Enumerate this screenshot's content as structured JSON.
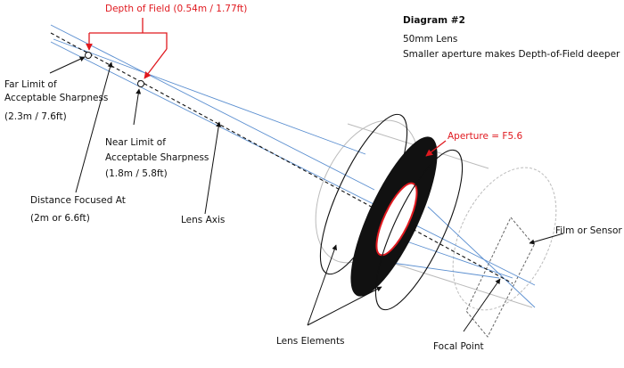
{
  "colors": {
    "red": "#e0191f",
    "blue": "#5b8fd0",
    "outline": "#bbbbbb",
    "black": "#111111"
  },
  "header": {
    "title": "Diagram #2",
    "line1": "50mm Lens",
    "line2": "Smaller aperture makes Depth-of-Field deeper"
  },
  "depth_of_field": {
    "label": "Depth of Field (0.54m / 1.77ft)"
  },
  "labels": {
    "far_limit": {
      "line1": "Far Limit of",
      "line2": "Acceptable Sharpness",
      "line3": "(2.3m / 7.6ft)"
    },
    "near_limit": {
      "line1": "Near Limit of",
      "line2": "Acceptable Sharpness",
      "line3": "(1.8m / 5.8ft)"
    },
    "distance_focused": {
      "line1": "Distance Focused At",
      "line2": "(2m or 6.6ft)"
    },
    "lens_axis": "Lens Axis",
    "aperture": "Aperture = F5.6",
    "film_sensor": "Film or Sensor",
    "lens_elements": "Lens Elements",
    "focal_point": "Focal Point"
  }
}
